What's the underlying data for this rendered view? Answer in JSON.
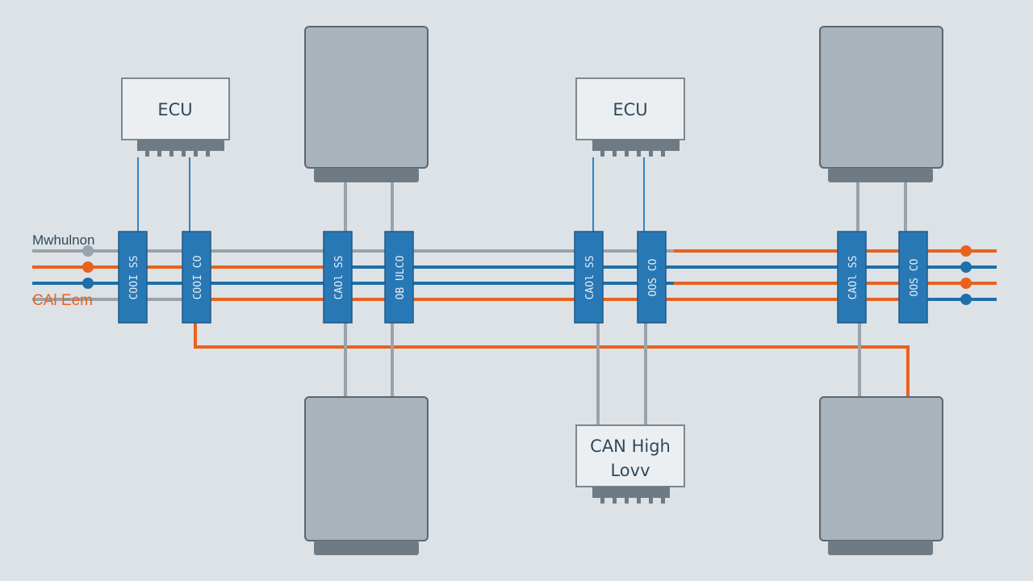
{
  "colors": {
    "background": "#dde2e6",
    "wire_gray": "#9aa3aa",
    "wire_orange": "#e8621e",
    "wire_blue": "#1f6fa8",
    "connector_blue": "#2878b5",
    "connector_text": "#e8eef2",
    "module_fill": "#a9b3bb",
    "module_stroke": "#5c6770",
    "module_base": "#6f7b84",
    "label_box_fill": "#eceff1",
    "label_box_stroke": "#7d8890",
    "label_text": "#2e4a5c"
  },
  "ecu_left": {
    "label": "ECU"
  },
  "ecu_center": {
    "label": "ECU"
  },
  "can_box": {
    "line1": "CAN High",
    "line2": "Lovv"
  },
  "side_labels": {
    "top": "Mwhulnon",
    "bottom": "CAl Eem"
  },
  "connectors": [
    {
      "id": "c1",
      "text": "COOI SS"
    },
    {
      "id": "c2",
      "text": "COOI CO"
    },
    {
      "id": "c3",
      "text": "CAOl SS"
    },
    {
      "id": "c4",
      "text": "OB ULCO"
    },
    {
      "id": "c5",
      "text": "CAOl SS"
    },
    {
      "id": "c6",
      "text": "OOS CO"
    },
    {
      "id": "c7",
      "text": "CAOl SS"
    },
    {
      "id": "c8",
      "text": "OOS CO"
    }
  ],
  "wire_icons": [
    "gray-dot",
    "orange-dot",
    "blue-dot"
  ]
}
